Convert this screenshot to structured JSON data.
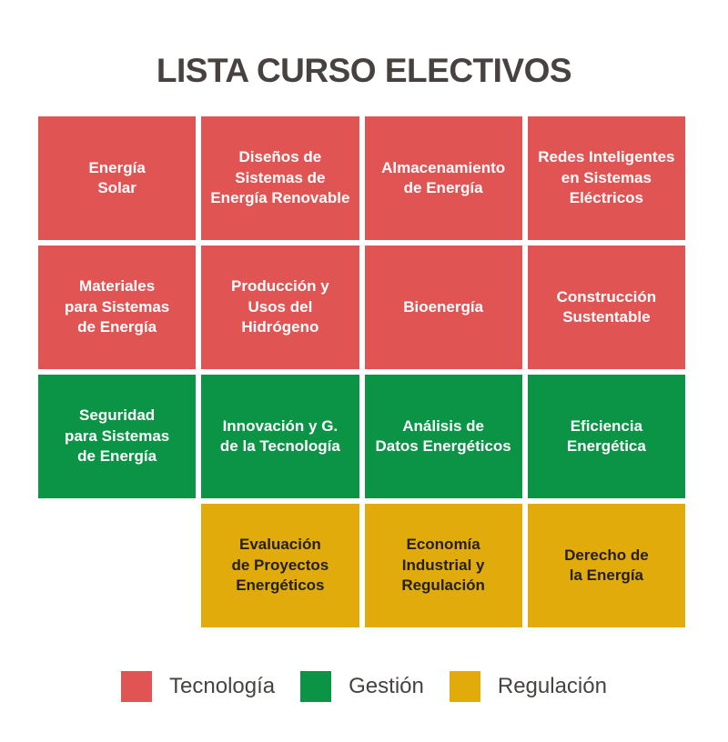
{
  "title": "LISTA CURSO ELECTIVOS",
  "colors": {
    "background": "#FFFFFF",
    "title_text": "#474240"
  },
  "categories": {
    "tecnologia": {
      "label": "Tecnología",
      "color": "#E05454",
      "text_color": "#FFFFFF"
    },
    "gestion": {
      "label": "Gestión",
      "color": "#0B9346",
      "text_color": "#FFFFFF"
    },
    "regulacion": {
      "label": "Regulación",
      "color": "#E2AB0C",
      "text_color": "#241F19"
    }
  },
  "grid": {
    "cells": [
      {
        "row": 1,
        "col": 1,
        "category": "tecnologia",
        "label": "Energía\nSolar"
      },
      {
        "row": 1,
        "col": 2,
        "category": "tecnologia",
        "label": "Diseños de\nSistemas de\nEnergía Renovable"
      },
      {
        "row": 1,
        "col": 3,
        "category": "tecnologia",
        "label": "Almacenamiento\nde Energía"
      },
      {
        "row": 1,
        "col": 4,
        "category": "tecnologia",
        "label": "Redes Inteligentes\nen Sistemas\nEléctricos"
      },
      {
        "row": 2,
        "col": 1,
        "category": "tecnologia",
        "label": "Materiales\npara Sistemas\nde Energía"
      },
      {
        "row": 2,
        "col": 2,
        "category": "tecnologia",
        "label": "Producción y\nUsos del\nHidrógeno"
      },
      {
        "row": 2,
        "col": 3,
        "category": "tecnologia",
        "label": "Bioenergía"
      },
      {
        "row": 2,
        "col": 4,
        "category": "tecnologia",
        "label": "Construcción\nSustentable"
      },
      {
        "row": 3,
        "col": 1,
        "category": "gestion",
        "label": "Seguridad\npara Sistemas\nde Energía"
      },
      {
        "row": 3,
        "col": 2,
        "category": "gestion",
        "label": "Innovación y G.\nde la Tecnología"
      },
      {
        "row": 3,
        "col": 3,
        "category": "gestion",
        "label": "Análisis de\nDatos Energéticos"
      },
      {
        "row": 3,
        "col": 4,
        "category": "gestion",
        "label": "Eficiencia\nEnergética"
      },
      {
        "row": 4,
        "col": 2,
        "category": "regulacion",
        "label": "Evaluación\nde Proyectos\nEnergéticos"
      },
      {
        "row": 4,
        "col": 3,
        "category": "regulacion",
        "label": "Economía\nIndustrial y\nRegulación"
      },
      {
        "row": 4,
        "col": 4,
        "category": "regulacion",
        "label": "Derecho de\nla Energía"
      }
    ]
  },
  "legend": {
    "items": [
      "tecnologia",
      "gestion",
      "regulacion"
    ]
  }
}
